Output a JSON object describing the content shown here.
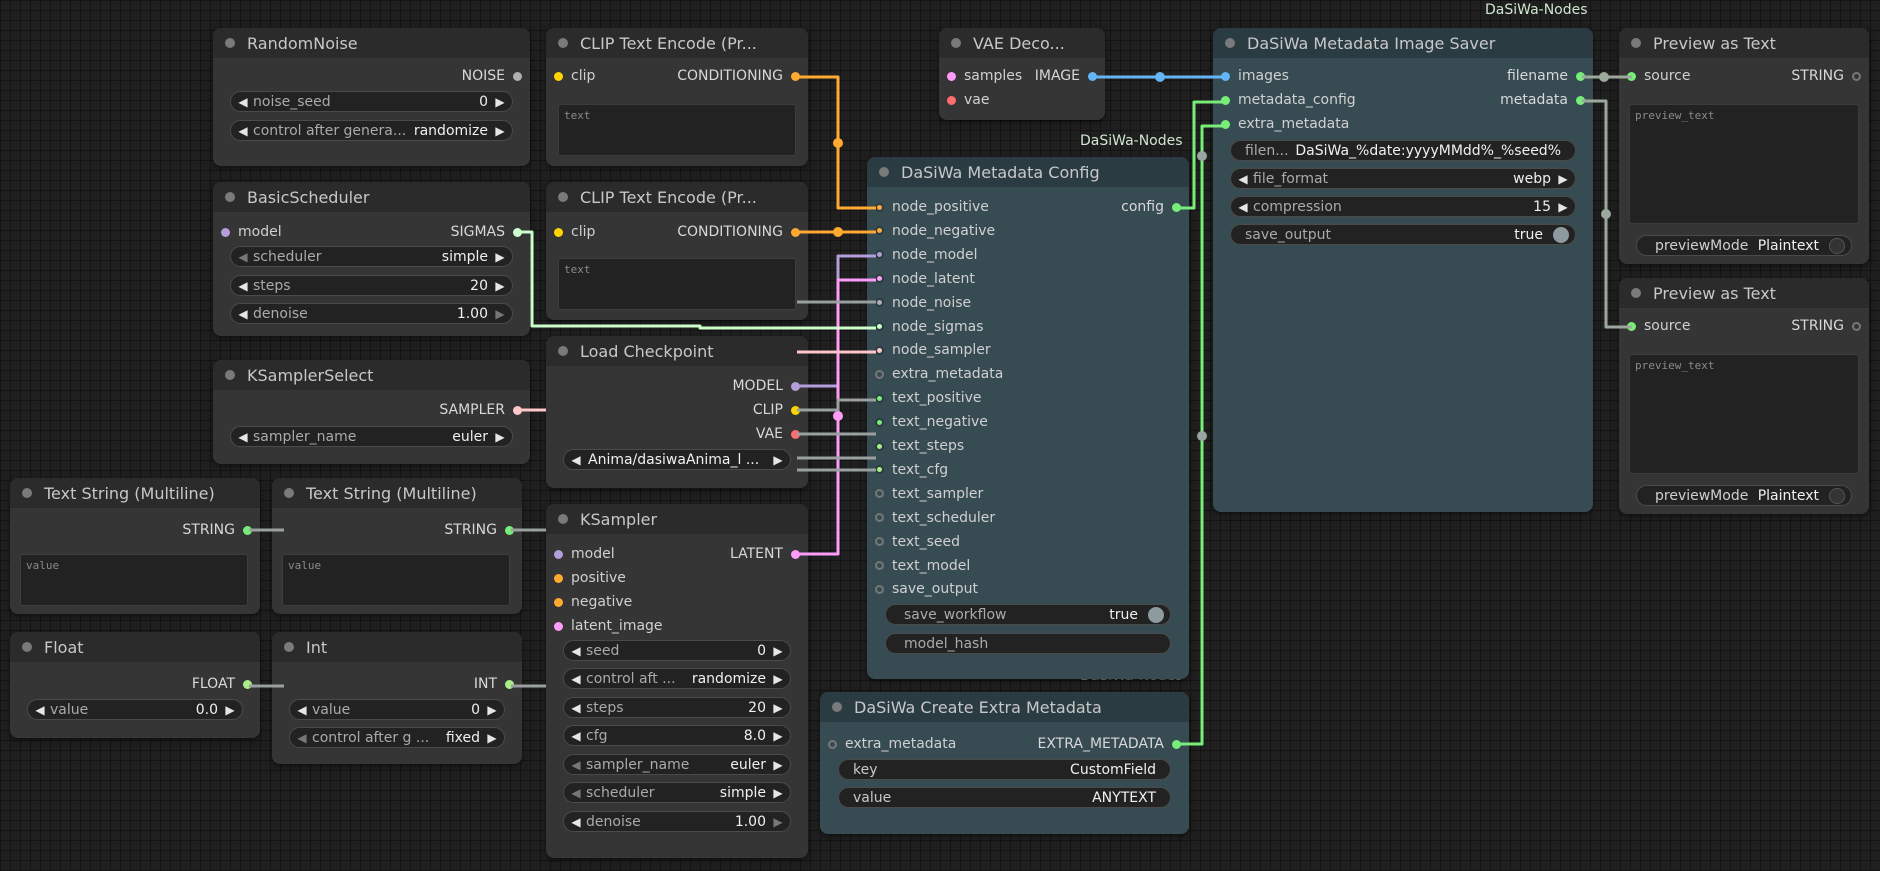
{
  "tags": {
    "saver": "DaSiWa-Nodes",
    "config": "DaSiWa-Nodes",
    "extra": "DaSiWa-Nodes"
  },
  "colors": {
    "conditioning": "#ffa931",
    "clip": "#ffd500",
    "model": "#b39ddb",
    "latent": "#ff9cf9",
    "vae": "#ff6e6e",
    "image": "#64b5f6",
    "string": "#77ee77",
    "float": "#aaee88",
    "int": "#aaee88",
    "sigmas": "#cdffcd",
    "sampler": "#ffc7c7",
    "noise": "#b0b0b0"
  },
  "random_noise": {
    "title": "RandomNoise",
    "out": "NOISE",
    "w0": {
      "label": "noise_seed",
      "value": "0"
    },
    "w1": {
      "label": "control after genera...",
      "value": "randomize"
    }
  },
  "clip1": {
    "title": "CLIP Text Encode (Pr...",
    "in": "clip",
    "out": "CONDITIONING",
    "placeholder": "text"
  },
  "clip2": {
    "title": "CLIP Text Encode (Pr...",
    "in": "clip",
    "out": "CONDITIONING",
    "placeholder": "text"
  },
  "vae_decode": {
    "title": "VAE Deco...",
    "in0": "samples",
    "in1": "vae",
    "out": "IMAGE"
  },
  "basic_scheduler": {
    "title": "BasicScheduler",
    "in": "model",
    "out": "SIGMAS",
    "w0": {
      "label": "scheduler",
      "value": "simple"
    },
    "w1": {
      "label": "steps",
      "value": "20"
    },
    "w2": {
      "label": "denoise",
      "value": "1.00"
    }
  },
  "ksampler_select": {
    "title": "KSamplerSelect",
    "out": "SAMPLER",
    "w0": {
      "label": "sampler_name",
      "value": "euler"
    }
  },
  "load_checkpoint": {
    "title": "Load Checkpoint",
    "out0": "MODEL",
    "out1": "CLIP",
    "out2": "VAE",
    "ckpt": "Anima/dasiwaAnima_l ..."
  },
  "text_string1": {
    "title": "Text String (Multiline)",
    "out": "STRING",
    "placeholder": "value"
  },
  "text_string2": {
    "title": "Text String (Multiline)",
    "out": "STRING",
    "placeholder": "value"
  },
  "float_node": {
    "title": "Float",
    "out": "FLOAT",
    "w0": {
      "label": "value",
      "value": "0.0"
    }
  },
  "int_node": {
    "title": "Int",
    "out": "INT",
    "w0": {
      "label": "value",
      "value": "0"
    },
    "w1": {
      "label": "control after g ...",
      "value": "fixed"
    }
  },
  "ksampler": {
    "title": "KSampler",
    "in0": "model",
    "in1": "positive",
    "in2": "negative",
    "in3": "latent_image",
    "out": "LATENT",
    "w0": {
      "label": "seed",
      "value": "0"
    },
    "w1": {
      "label": "control aft ...",
      "value": "randomize"
    },
    "w2": {
      "label": "steps",
      "value": "20"
    },
    "w3": {
      "label": "cfg",
      "value": "8.0"
    },
    "w4": {
      "label": "sampler_name",
      "value": "euler"
    },
    "w5": {
      "label": "scheduler",
      "value": "simple"
    },
    "w6": {
      "label": "denoise",
      "value": "1.00"
    }
  },
  "config": {
    "title": "DaSiWa Metadata Config",
    "out": "config",
    "inputs": [
      "node_positive",
      "node_negative",
      "node_model",
      "node_latent",
      "node_noise",
      "node_sigmas",
      "node_sampler",
      "extra_metadata",
      "text_positive",
      "text_negative",
      "text_steps",
      "text_cfg",
      "text_sampler",
      "text_scheduler",
      "text_seed",
      "text_model",
      "save_output"
    ],
    "w0": {
      "label": "save_workflow",
      "value": "true"
    },
    "w1": {
      "label": "model_hash",
      "value": ""
    }
  },
  "saver": {
    "title": "DaSiWa Metadata Image Saver",
    "in0": "images",
    "in1": "metadata_config",
    "in2": "extra_metadata",
    "out0": "filename",
    "out1": "metadata",
    "w0": {
      "label": "filen...",
      "value": "DaSiWa_%date:yyyyMMdd%_%seed%"
    },
    "w1": {
      "label": "file_format",
      "value": "webp"
    },
    "w2": {
      "label": "compression",
      "value": "15"
    },
    "w3": {
      "label": "save_output",
      "value": "true"
    }
  },
  "extra": {
    "title": "DaSiWa Create Extra Metadata",
    "in": "extra_metadata",
    "out": "EXTRA_METADATA",
    "w0": {
      "label": "key",
      "value": "CustomField"
    },
    "w1": {
      "label": "value",
      "value": "ANYTEXT"
    }
  },
  "preview1": {
    "title": "Preview as Text",
    "in": "source",
    "out": "STRING",
    "placeholder": "preview_text",
    "mode_label": "previewMode",
    "mode_value": "Plaintext"
  },
  "preview2": {
    "title": "Preview as Text",
    "in": "source",
    "out": "STRING",
    "placeholder": "preview_text",
    "mode_label": "previewMode",
    "mode_value": "Plaintext"
  }
}
